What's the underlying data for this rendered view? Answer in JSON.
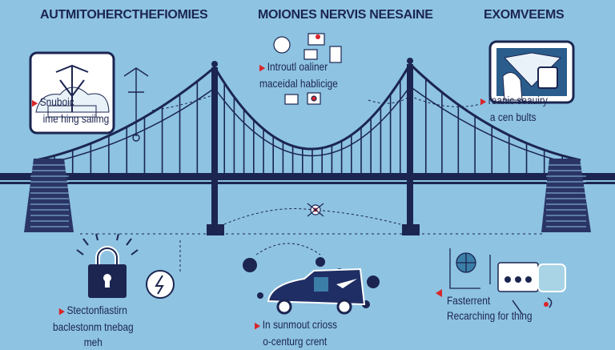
{
  "headings": {
    "left": "AUTMITOHERCTHEFIOMIES",
    "center": "MOIONES NERVIS NEESAINE",
    "right": "EXOMVEEMS"
  },
  "captions": {
    "top_left": [
      "Snuboic",
      "ime hing saiimg"
    ],
    "top_center": [
      "Introutl oaliner",
      "maceidal hablicige"
    ],
    "top_right": [
      "reanic seauiry",
      "a cen bults"
    ],
    "bottom_left": [
      "Stectonfiastirn",
      "baclestonm tnebag",
      "meh"
    ],
    "bottom_center": [
      "In sunmout crioss",
      "o-centurg crent"
    ],
    "bottom_right": [
      "Fasterrent",
      "Recarching for thing"
    ]
  },
  "colors": {
    "background": "#8ec3e2",
    "navy": "#1b2550",
    "accent": "#d9262b"
  },
  "icons": [
    "bridge-card-icon",
    "lock-icon",
    "lightning-icon",
    "bus-icon",
    "drone-icon",
    "globe-icon",
    "touch-screen-icon"
  ]
}
